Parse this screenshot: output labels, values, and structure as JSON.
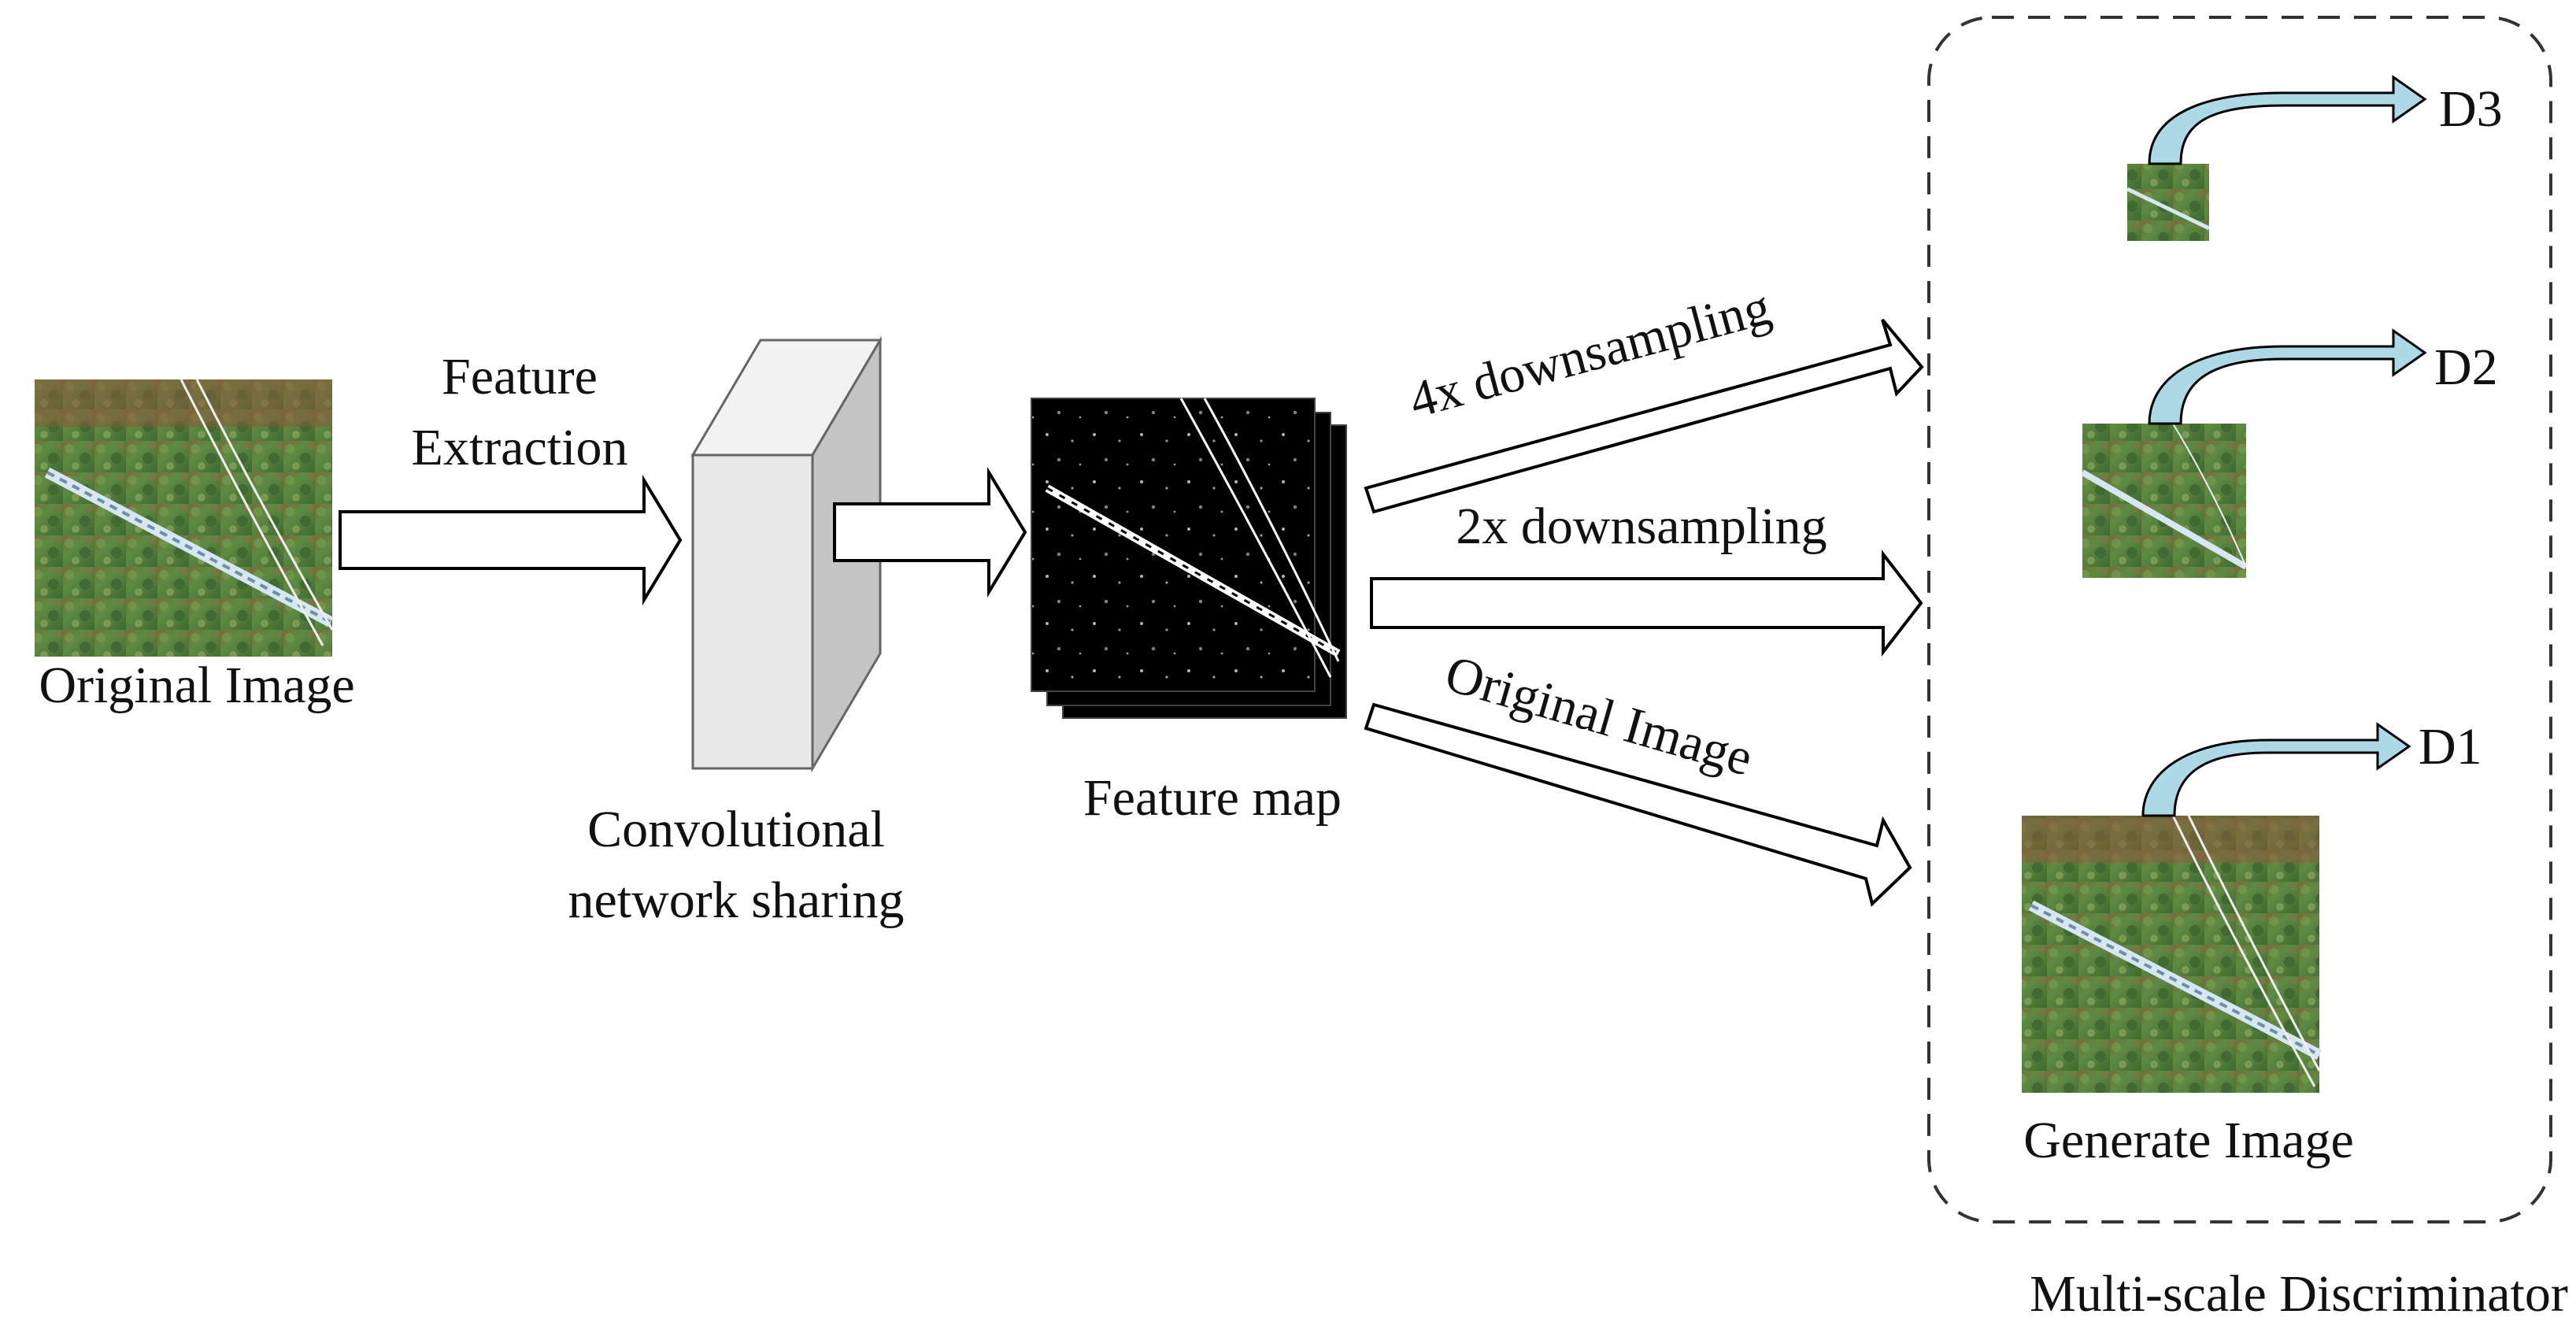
{
  "labels": {
    "original_image": "Original Image",
    "feature_extraction_line1": "Feature",
    "feature_extraction_line2": "Extraction",
    "conv_line1": "Convolutional",
    "conv_line2": "network sharing",
    "feature_map": "Feature map",
    "path_4x": "4x downsampling",
    "path_2x": "2x downsampling",
    "path_original": "Original Image",
    "generate_image": "Generate Image",
    "discriminator_group": "Multi-scale Discriminator",
    "d1": "D1",
    "d2": "D2",
    "d3": "D3"
  },
  "colors": {
    "curved_arrow_fill": "#add8e6",
    "arrow_stroke": "#000000",
    "block_front": "#e6e6e6",
    "block_side": "#bdbdbd",
    "dashed_border": "#333333",
    "photo_grass": "#4e7a3a",
    "photo_soil": "#8a5a3c",
    "feature_map_bg": "#000000"
  }
}
